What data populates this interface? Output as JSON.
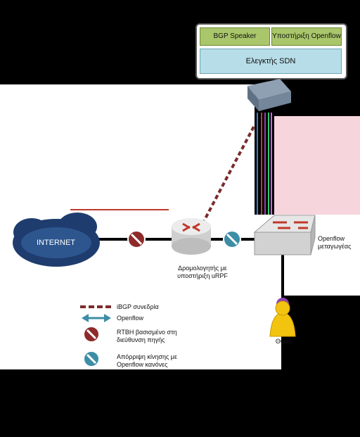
{
  "controller": {
    "bgp_speaker": "BGP Speaker",
    "openflow_support": "Υποστήριξη Openflow",
    "sdn_controller": "Ελεγκτής SDN"
  },
  "nodes": {
    "internet": "INTERNET",
    "router": "Δρομολογητής με υποστήριξη uRPF",
    "switch": "Openflow μεταγωγέας",
    "victim": "Θύμα"
  },
  "legend": {
    "ibgp": "iBGP συνεδρία",
    "openflow": "Openflow",
    "rtbh": "RTBH βασισμένο στη διεύθυνση πηγής",
    "drop": "Απόρριψη κίνησης με Openflow κανόνες"
  },
  "colors": {
    "bgp_green": "#a9c66a",
    "sdn_blue": "#b7dde8",
    "ibgp_red": "#7b2b2b",
    "openflow_teal": "#3c8ea6",
    "rtbh_red": "#8e2a2a",
    "victim_yellow": "#f2c40f"
  }
}
